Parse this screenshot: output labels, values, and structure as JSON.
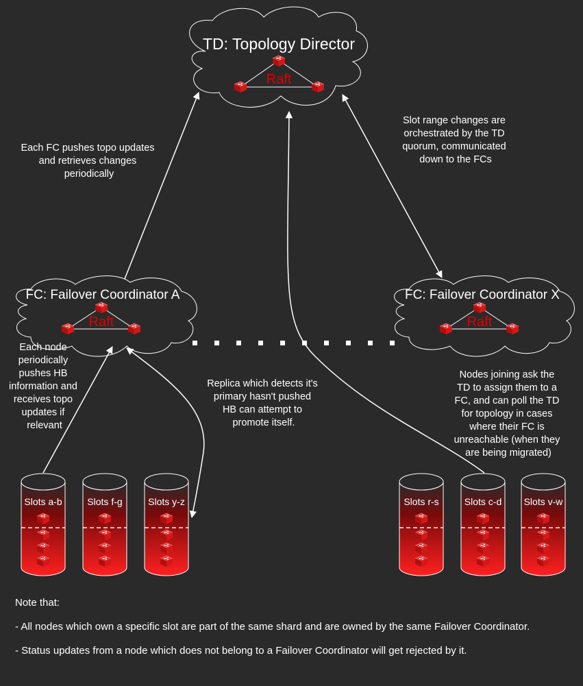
{
  "td": {
    "title": "TD: Topology Director",
    "raft": "Raft"
  },
  "fc_a": {
    "title": "FC: Failover Coordinator A",
    "raft": "Raft"
  },
  "fc_x": {
    "title": "FC: Failover Coordinator X",
    "raft": "Raft"
  },
  "labels": {
    "fc_push": [
      "Each FC pushes topo updates",
      "and retrieves changes",
      "periodically"
    ],
    "slot_range": [
      "Slot range changes are",
      "orchestrated by the TD",
      "quorum, communicated",
      "down to the FCs"
    ],
    "node_hb": [
      "Each node",
      "periodically",
      "pushes HB",
      "information and",
      "receives topo",
      "updates if",
      "relevant"
    ],
    "replica": [
      "Replica which detects it's",
      "primary hasn't pushed",
      "HB can attempt to",
      "promote itself."
    ],
    "joining": [
      "Nodes joining ask the",
      "TD to assign them to a",
      "FC, and can poll the TD",
      "for topology in cases",
      "where their FC is",
      "unreachable (when they",
      "are being migrated)"
    ]
  },
  "shards": [
    {
      "label": "Slots a-b"
    },
    {
      "label": "Slots f-g"
    },
    {
      "label": "Slots y-z"
    },
    {
      "label": "Slots r-s"
    },
    {
      "label": "Slots c-d"
    },
    {
      "label": "Slots v-w"
    }
  ],
  "notes": {
    "heading": "Note that:",
    "items": [
      "- All nodes which own a specific slot are part of the same shard and are owned by the same Failover Coordinator.",
      "- Status updates from a node which does not belong to a Failover Coordinator will get rejected by it."
    ]
  },
  "colors": {
    "background": "#2a2a2a",
    "redis_red": "#cc0000",
    "accent_text": "#e00000",
    "line": "#ffffff"
  },
  "icons": {
    "node": "redis-cube-icon",
    "shard": "database-cylinder-icon"
  }
}
